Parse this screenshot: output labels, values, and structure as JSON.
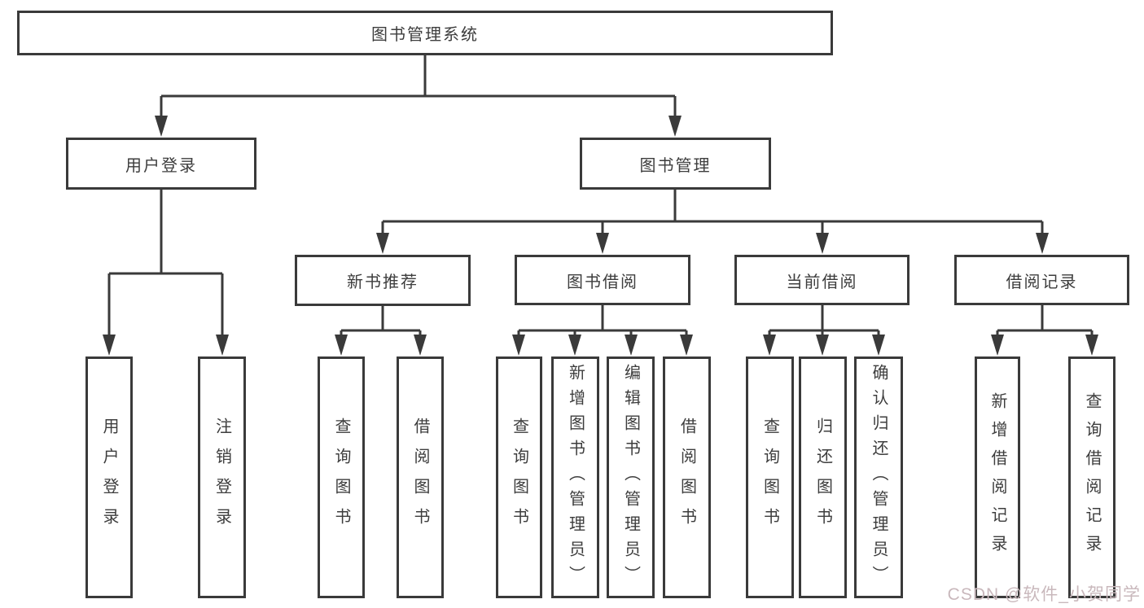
{
  "diagram": {
    "title": "图书管理系统",
    "level2": [
      "用户登录",
      "图书管理"
    ],
    "level3": [
      "新书推荐",
      "图书借阅",
      "当前借阅",
      "借阅记录"
    ],
    "leaves_login": [
      "用户登录",
      "注销登录"
    ],
    "leaves_recommend": [
      "查询图书",
      "借阅图书"
    ],
    "leaves_borrow": [
      "查询图书",
      "新增图书（管理员）",
      "编辑图书（管理员）",
      "借阅图书"
    ],
    "leaves_current": [
      "查询图书",
      "归还图书",
      "确认归还（管理员）"
    ],
    "leaves_records": [
      "新增借阅记录",
      "查询借阅记录"
    ]
  },
  "colors": {
    "line": "#3a3a3a",
    "text": "#3d3d3d",
    "background": "#ffffff",
    "watermark": "#c9b8bc"
  },
  "watermark": "CSDN @软件_小贺同学"
}
